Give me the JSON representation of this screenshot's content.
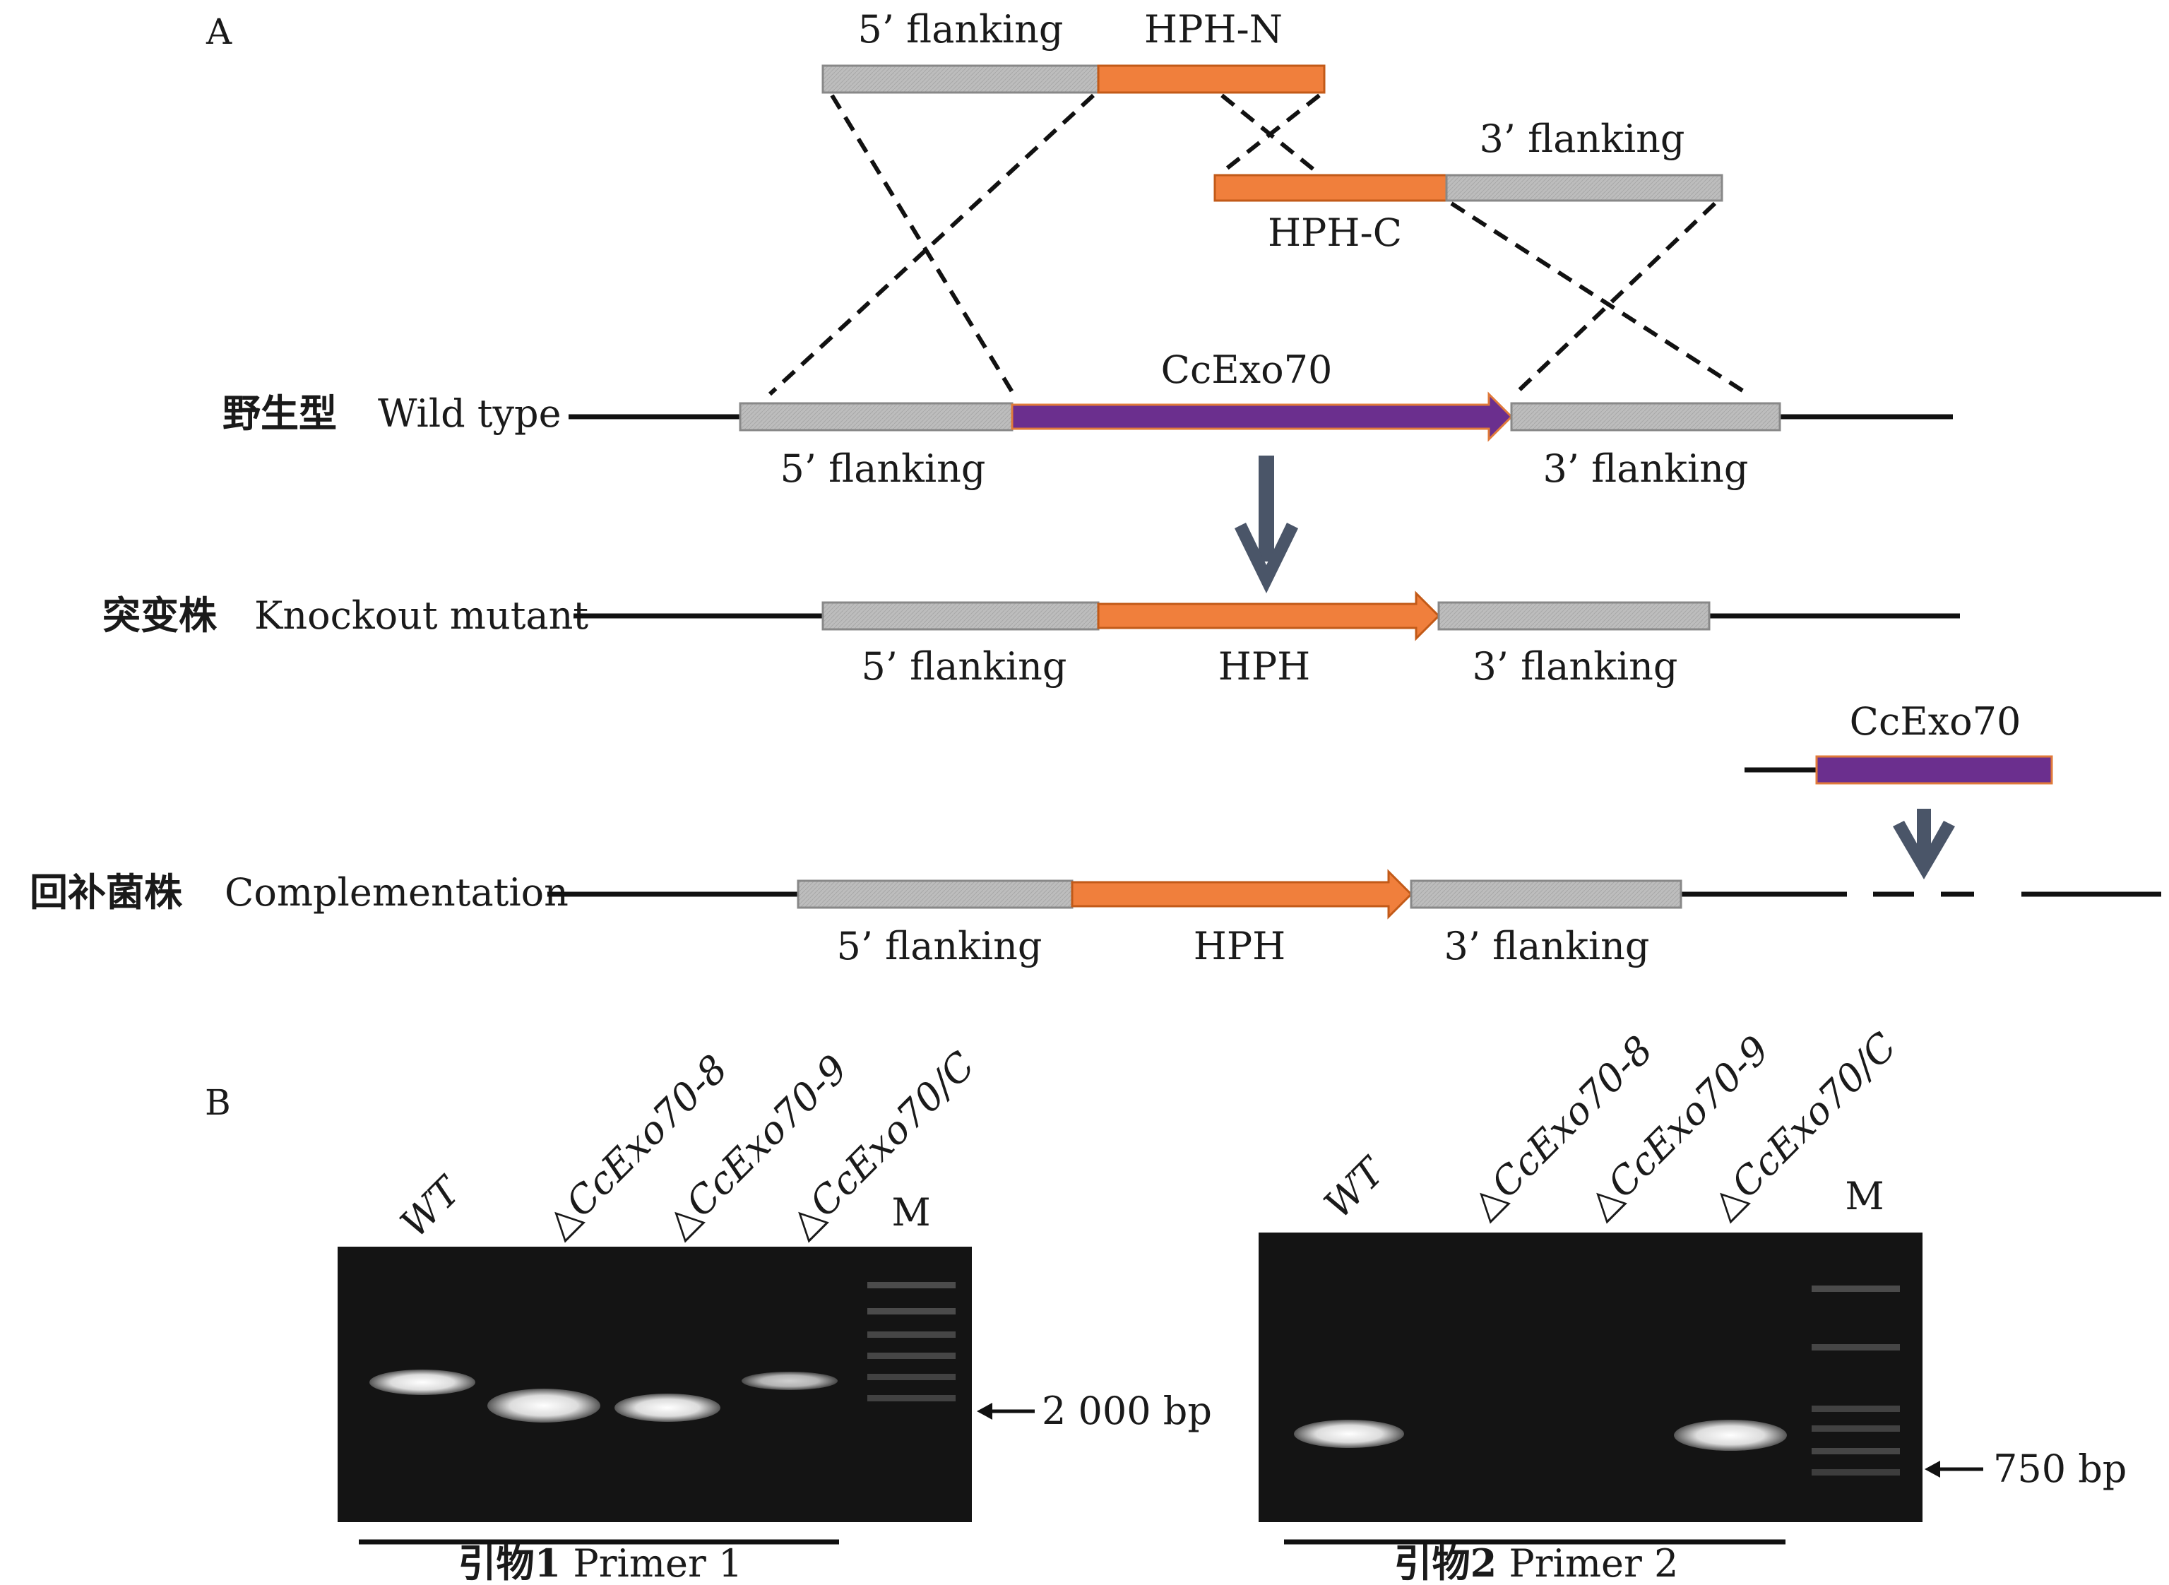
{
  "panel_a": {
    "label": "A",
    "top_construct": {
      "flank5_label": "5’ flanking",
      "hph_n_label": "HPH-N",
      "flank3_label": "3’ flanking",
      "hph_c_label": "HPH-C"
    },
    "wild_type": {
      "row_label_cn": "野生型",
      "row_label_en": "Wild type",
      "gene_label": "CcExo70",
      "flank5_label": "5’ flanking",
      "flank3_label": "3’ flanking"
    },
    "knockout": {
      "row_label_cn": "突变株",
      "row_label_en": "Knockout mutant",
      "flank5_label": "5’ flanking",
      "hph_label": "HPH",
      "flank3_label": "3’ flanking"
    },
    "complementation": {
      "row_label_cn": "回补菌株",
      "row_label_en": "Complementation",
      "insert_label": "CcExo70",
      "flank5_label": "5’ flanking",
      "hph_label": "HPH",
      "flank3_label": "3’ flanking"
    }
  },
  "panel_b": {
    "label": "B",
    "gel1": {
      "lanes": [
        "WT",
        "△CcExo70-8",
        "△CcExo70-9",
        "△CcExo70/C",
        "M"
      ],
      "marker_label": "2 000 bp",
      "primer_cn": "引物1",
      "primer_en": "Primer 1"
    },
    "gel2": {
      "lanes": [
        "WT",
        "△CcExo70-8",
        "△CcExo70-9",
        "△CcExo70/C",
        "M"
      ],
      "marker_label": "750 bp",
      "primer_cn": "引物2",
      "primer_en": "Primer 2"
    }
  },
  "colors": {
    "flank": "#bdbdbd",
    "hph": "#f07f3c",
    "gene": "#6b2f8e",
    "arrow": "#4a5568",
    "gel": "#141414"
  }
}
